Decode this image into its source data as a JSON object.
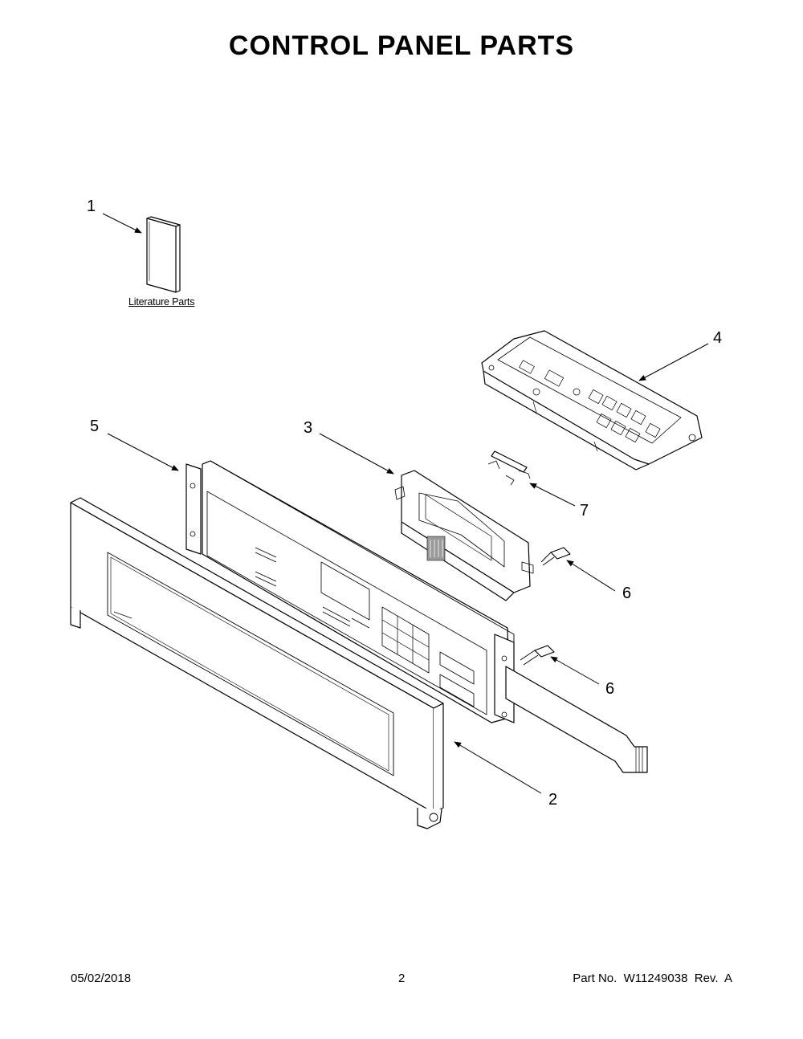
{
  "title": "CONTROL PANEL PARTS",
  "literature_label": "Literature Parts",
  "callouts": {
    "c1": "1",
    "c2": "2",
    "c3": "3",
    "c4": "4",
    "c5": "5",
    "c6a": "6",
    "c6b": "6",
    "c7": "7"
  },
  "footer": {
    "date": "05/02/2018",
    "page": "2",
    "part_no": "Part No.  W11249038  Rev.  A"
  }
}
